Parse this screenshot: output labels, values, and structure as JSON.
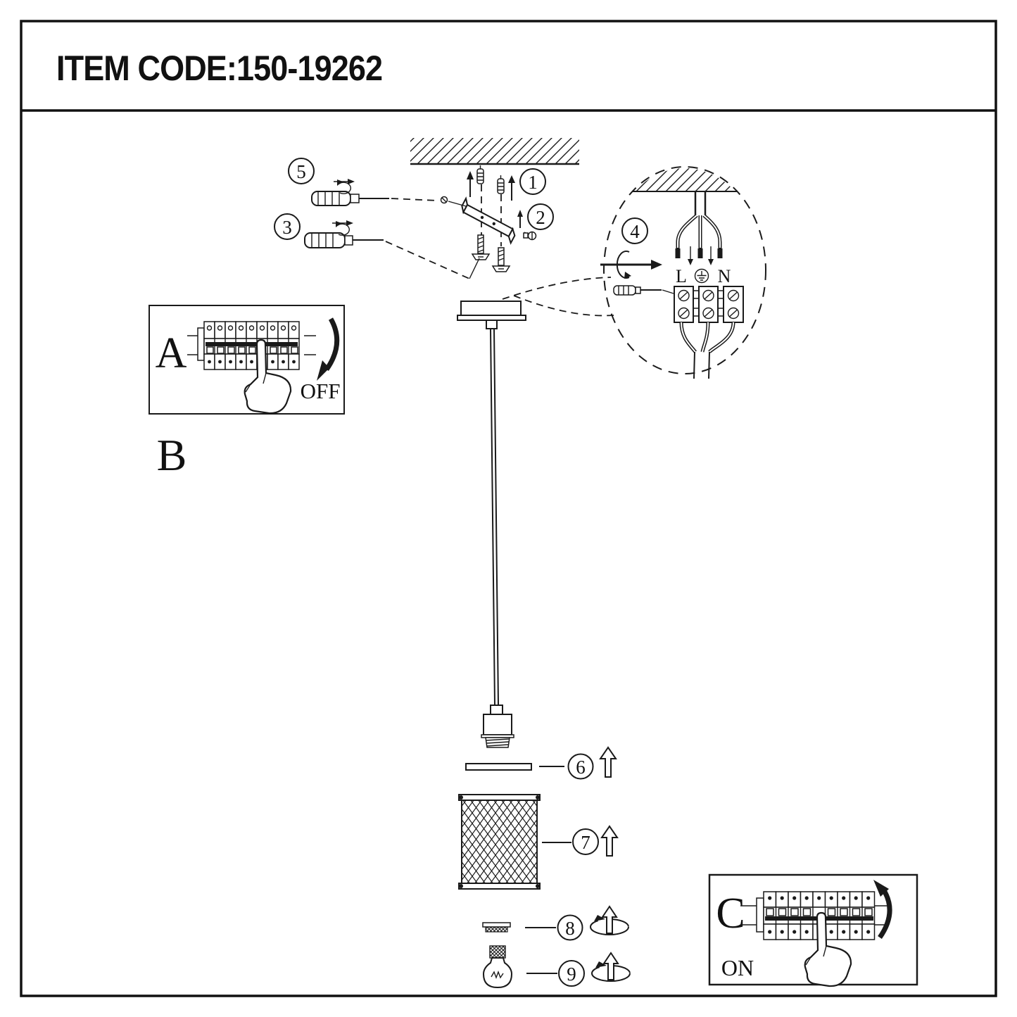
{
  "header": {
    "title": "ITEM CODE:150-19262"
  },
  "colors": {
    "ink": "#1a1a1a",
    "paper": "#ffffff"
  },
  "steps": [
    "1",
    "2",
    "3",
    "4",
    "5",
    "6",
    "7",
    "8",
    "9"
  ],
  "panel_a": {
    "letter": "A",
    "state_label": "OFF"
  },
  "section_b": {
    "letter": "B"
  },
  "panel_c": {
    "letter": "C",
    "state_label": "ON"
  },
  "wiring": {
    "live_label": "L",
    "neutral_label": "N"
  }
}
